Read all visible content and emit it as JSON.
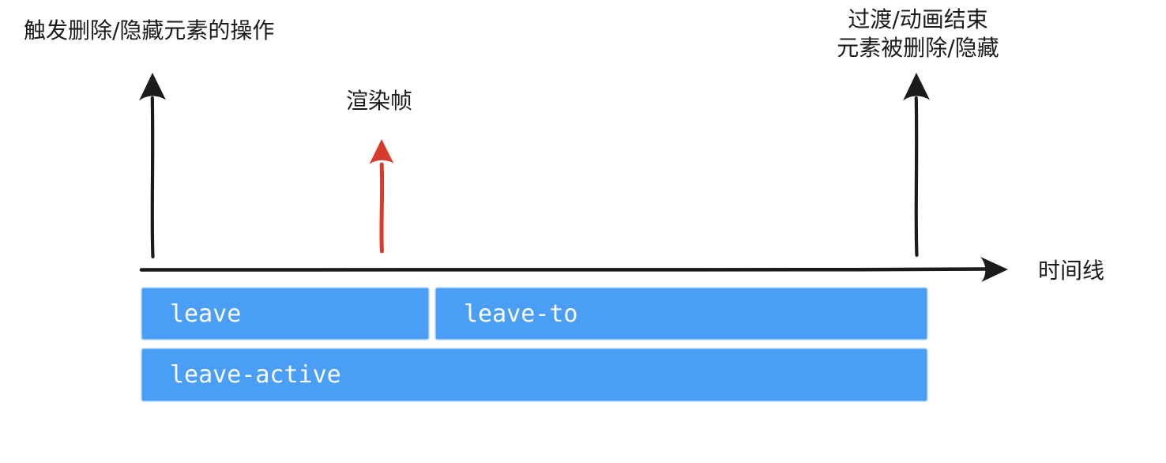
{
  "labels": {
    "trigger": "触发删除/隐藏元素的操作",
    "end_line1": "过渡/动画结束",
    "end_line2": "元素被删除/隐藏",
    "render_frame": "渲染帧",
    "timeline": "时间线"
  },
  "bars": [
    {
      "label": "leave"
    },
    {
      "label": "leave-to"
    },
    {
      "label": "leave-active"
    }
  ],
  "colors": {
    "bar_blue": "#4a9ef5",
    "arrow_red": "#d83b2b",
    "ink": "#1b1b1b"
  }
}
